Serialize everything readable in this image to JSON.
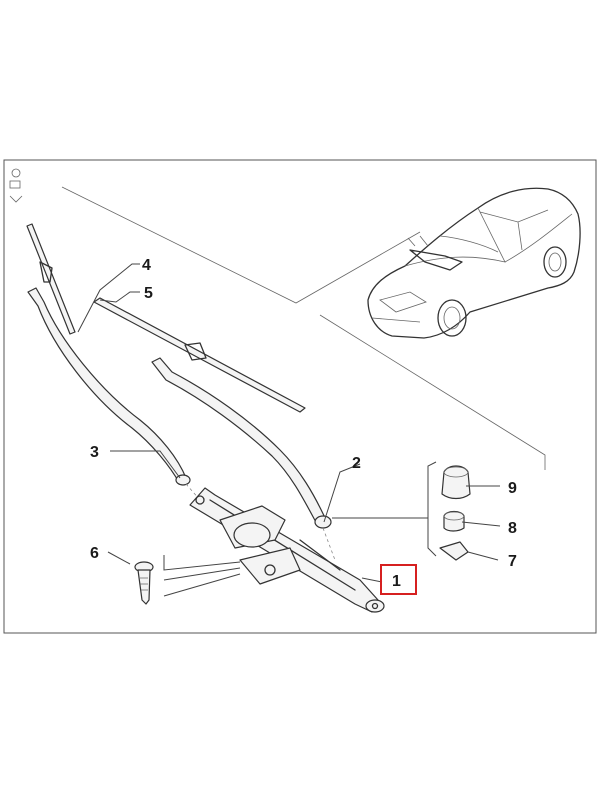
{
  "diagram": {
    "callouts": [
      {
        "id": "1",
        "label": "1"
      },
      {
        "id": "2",
        "label": "2"
      },
      {
        "id": "3",
        "label": "3"
      },
      {
        "id": "4",
        "label": "4"
      },
      {
        "id": "5",
        "label": "5"
      },
      {
        "id": "6",
        "label": "6"
      },
      {
        "id": "7",
        "label": "7"
      },
      {
        "id": "8",
        "label": "8"
      },
      {
        "id": "9",
        "label": "9"
      }
    ],
    "highlight": {
      "callout": "1",
      "color": "#d62020"
    },
    "colors": {
      "line": "#333333",
      "frame": "#555555"
    }
  }
}
